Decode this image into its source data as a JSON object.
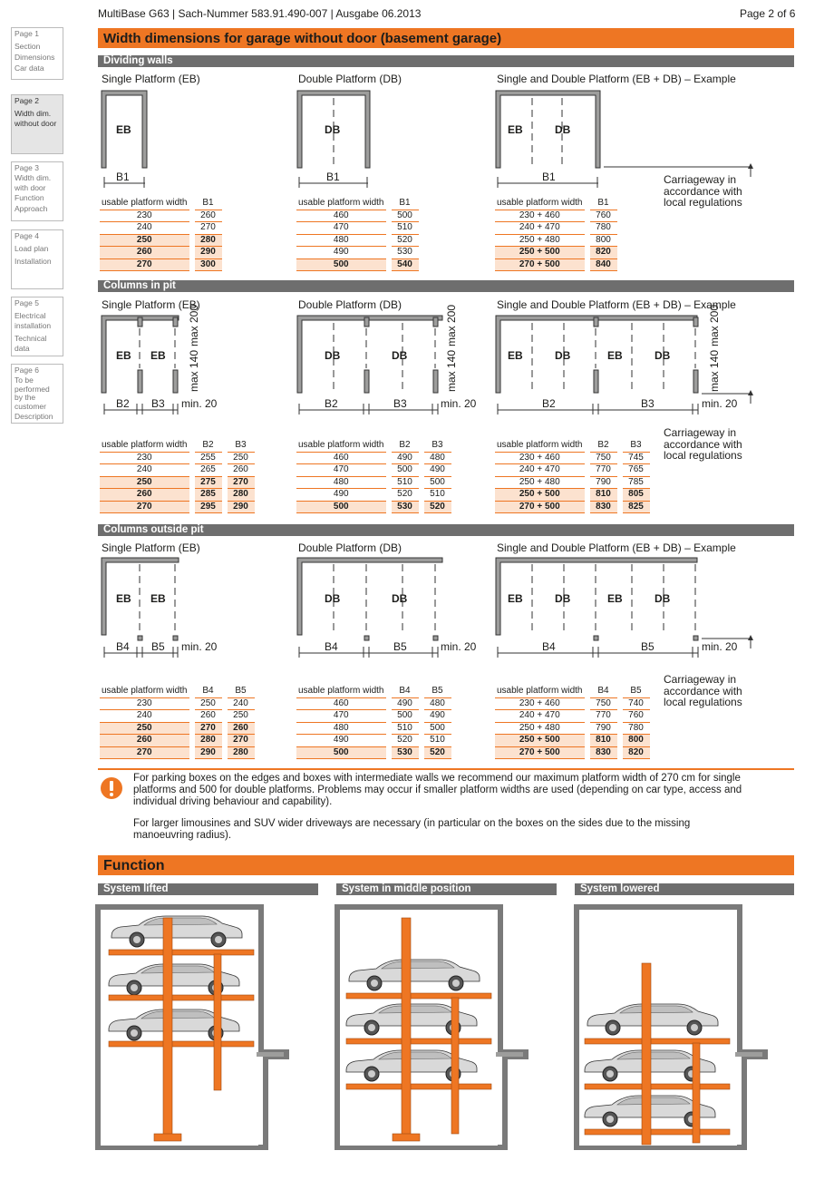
{
  "header": {
    "left": "MultiBase G63 | Sach-Nummer 583.91.490-007 | Ausgabe 06.2013",
    "right": "Page 2 of 6"
  },
  "nav": [
    {
      "items": [
        "Page 1",
        "Section",
        "Dimensions",
        "Car data"
      ]
    },
    {
      "items": [
        "Page 2",
        "Width dim. without door"
      ]
    },
    {
      "items": [
        "Page 3",
        "Width dim. with door",
        "Function",
        "Approach"
      ]
    },
    {
      "items": [
        "Page 4",
        "Load plan",
        "Installation"
      ]
    },
    {
      "items": [
        "Page 5",
        "Electrical installation",
        "Technical data"
      ]
    },
    {
      "items": [
        "Page 6",
        "To be performed by the customer",
        "Description"
      ]
    }
  ],
  "title": "Width dimensions for garage without door (basement garage)",
  "sections": [
    {
      "heading": "Dividing walls",
      "subs": [
        "Single Platform (EB)",
        "Double Platform (DB)",
        "Single and Double Platform (EB + DB) – Example"
      ],
      "tables": [
        {
          "cols": [
            "usable platform width",
            "B1"
          ],
          "rows": [
            [
              "230",
              "260"
            ],
            [
              "240",
              "270"
            ],
            [
              "250",
              "280"
            ],
            [
              "260",
              "290"
            ],
            [
              "270",
              "300"
            ]
          ],
          "hi": [
            2,
            3,
            4
          ]
        },
        {
          "cols": [
            "usable platform width",
            "B1"
          ],
          "rows": [
            [
              "460",
              "500"
            ],
            [
              "470",
              "510"
            ],
            [
              "480",
              "520"
            ],
            [
              "490",
              "530"
            ],
            [
              "500",
              "540"
            ]
          ],
          "hi": [
            4
          ]
        },
        {
          "cols": [
            "usable platform width",
            "B1"
          ],
          "rows": [
            [
              "230 + 460",
              "760"
            ],
            [
              "240 + 470",
              "780"
            ],
            [
              "250 + 480",
              "800"
            ],
            [
              "250 + 500",
              "820"
            ],
            [
              "270 + 500",
              "840"
            ]
          ],
          "hi": [
            3,
            4
          ]
        }
      ],
      "carriageway": "Carriageway in accordance with local regulations"
    },
    {
      "heading": "Columns in pit",
      "subs": [
        "Single Platform (EB)",
        "Double Platform (DB)",
        "Single and Double Platform (EB + DB) – Example"
      ],
      "tables": [
        {
          "cols": [
            "usable platform width",
            "B2",
            "B3"
          ],
          "rows": [
            [
              "230",
              "255",
              "250"
            ],
            [
              "240",
              "265",
              "260"
            ],
            [
              "250",
              "275",
              "270"
            ],
            [
              "260",
              "285",
              "280"
            ],
            [
              "270",
              "295",
              "290"
            ]
          ],
          "hi": [
            2,
            3,
            4
          ]
        },
        {
          "cols": [
            "usable platform width",
            "B2",
            "B3"
          ],
          "rows": [
            [
              "460",
              "490",
              "480"
            ],
            [
              "470",
              "500",
              "490"
            ],
            [
              "480",
              "510",
              "500"
            ],
            [
              "490",
              "520",
              "510"
            ],
            [
              "500",
              "530",
              "520"
            ]
          ],
          "hi": [
            4
          ]
        },
        {
          "cols": [
            "usable platform width",
            "B2",
            "B3"
          ],
          "rows": [
            [
              "230 + 460",
              "750",
              "745"
            ],
            [
              "240 + 470",
              "770",
              "765"
            ],
            [
              "250 + 480",
              "790",
              "785"
            ],
            [
              "250 + 500",
              "810",
              "805"
            ],
            [
              "270 + 500",
              "830",
              "825"
            ]
          ],
          "hi": [
            3,
            4
          ]
        }
      ],
      "carriageway": "Carriageway in accordance with local regulations"
    },
    {
      "heading": "Columns outside pit",
      "subs": [
        "Single Platform (EB)",
        "Double Platform (DB)",
        "Single and Double Platform (EB + DB) – Example"
      ],
      "tables": [
        {
          "cols": [
            "usable platform width",
            "B4",
            "B5"
          ],
          "rows": [
            [
              "230",
              "250",
              "240"
            ],
            [
              "240",
              "260",
              "250"
            ],
            [
              "250",
              "270",
              "260"
            ],
            [
              "260",
              "280",
              "270"
            ],
            [
              "270",
              "290",
              "280"
            ]
          ],
          "hi": [
            2,
            3,
            4
          ]
        },
        {
          "cols": [
            "usable platform width",
            "B4",
            "B5"
          ],
          "rows": [
            [
              "460",
              "490",
              "480"
            ],
            [
              "470",
              "500",
              "490"
            ],
            [
              "480",
              "510",
              "500"
            ],
            [
              "490",
              "520",
              "510"
            ],
            [
              "500",
              "530",
              "520"
            ]
          ],
          "hi": [
            4
          ]
        },
        {
          "cols": [
            "usable platform width",
            "B4",
            "B5"
          ],
          "rows": [
            [
              "230 + 460",
              "750",
              "740"
            ],
            [
              "240 + 470",
              "770",
              "760"
            ],
            [
              "250 + 480",
              "790",
              "780"
            ],
            [
              "250 + 500",
              "810",
              "800"
            ],
            [
              "270 + 500",
              "830",
              "820"
            ]
          ],
          "hi": [
            3,
            4
          ]
        }
      ],
      "carriageway": "Carriageway in accordance with local regulations"
    }
  ],
  "diagram": {
    "eb": "EB",
    "db": "DB",
    "b1": "B1",
    "b2": "B2",
    "b3": "B3",
    "b4": "B4",
    "b5": "B5",
    "max200": "max 200",
    "max140": "max 140",
    "min20": "min. 20"
  },
  "note": {
    "p1": "For parking boxes on the edges and boxes with intermediate walls we recommend our maximum platform width of 270 cm for single platforms and 500 for double platforms. Problems may occur if smaller platform widths are used (depending on car type, access and individual driving behaviour and capability).",
    "p2": "For larger limousines and SUV wider driveways are necessary (in particular on the boxes on the sides due to the missing manoeuvring radius)."
  },
  "function": {
    "title": "Function",
    "panels": [
      "System lifted",
      "System in middle position",
      "System lowered"
    ]
  },
  "colors": {
    "accent": "#ee7623",
    "grey": "#6e6e6e",
    "highlight": "#fce2cf"
  }
}
